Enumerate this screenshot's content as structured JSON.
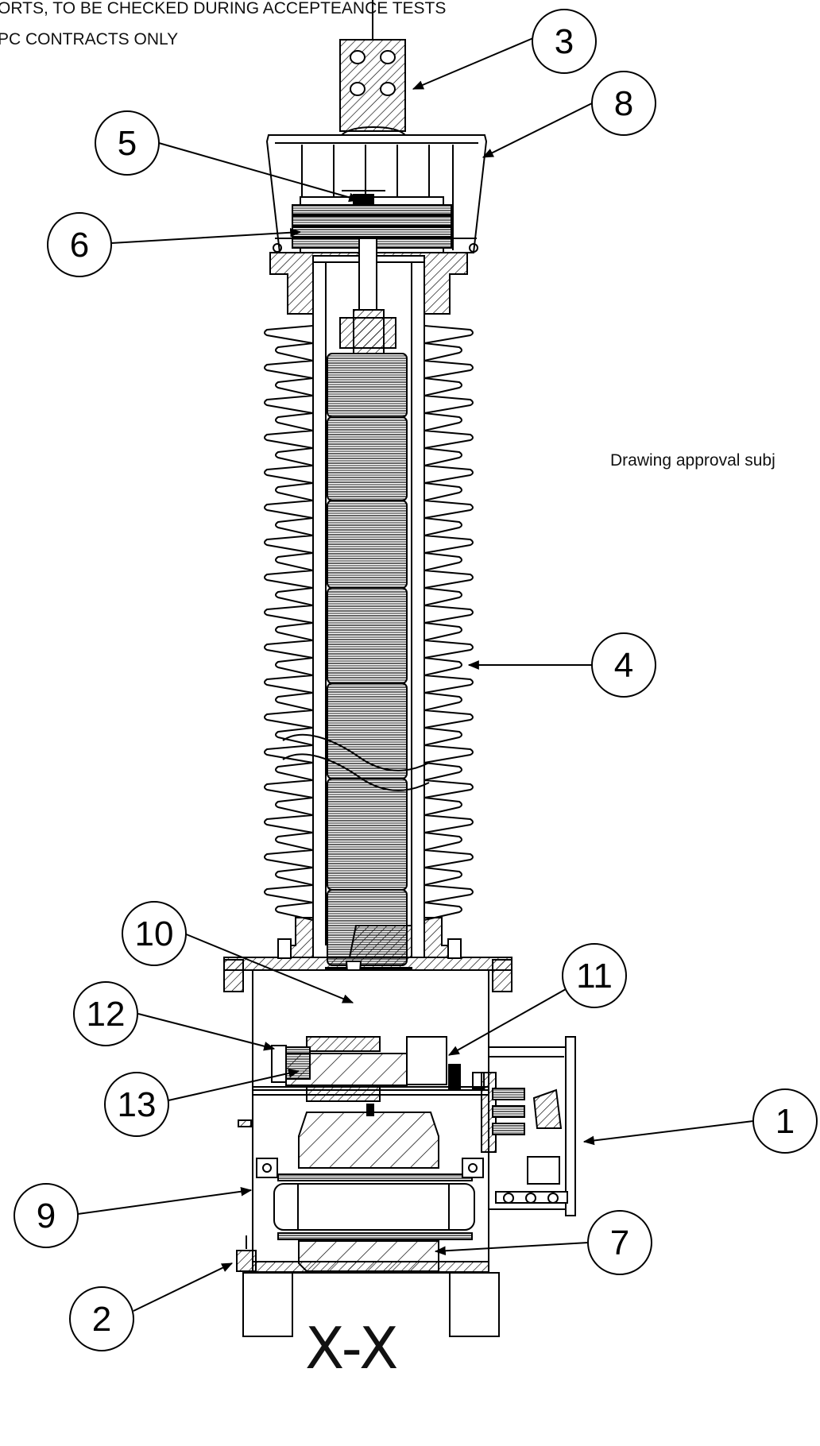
{
  "notes": {
    "top_line_1": "ORTS, TO BE CHECKED DURING ACCEPTEANCE TESTS",
    "top_line_2": "PC CONTRACTS ONLY",
    "approval": "Drawing approval subj"
  },
  "section_label": "X-X",
  "balloons": [
    "3",
    "8",
    "5",
    "6",
    "4",
    "10",
    "11",
    "12",
    "13",
    "1",
    "9",
    "7",
    "2"
  ]
}
